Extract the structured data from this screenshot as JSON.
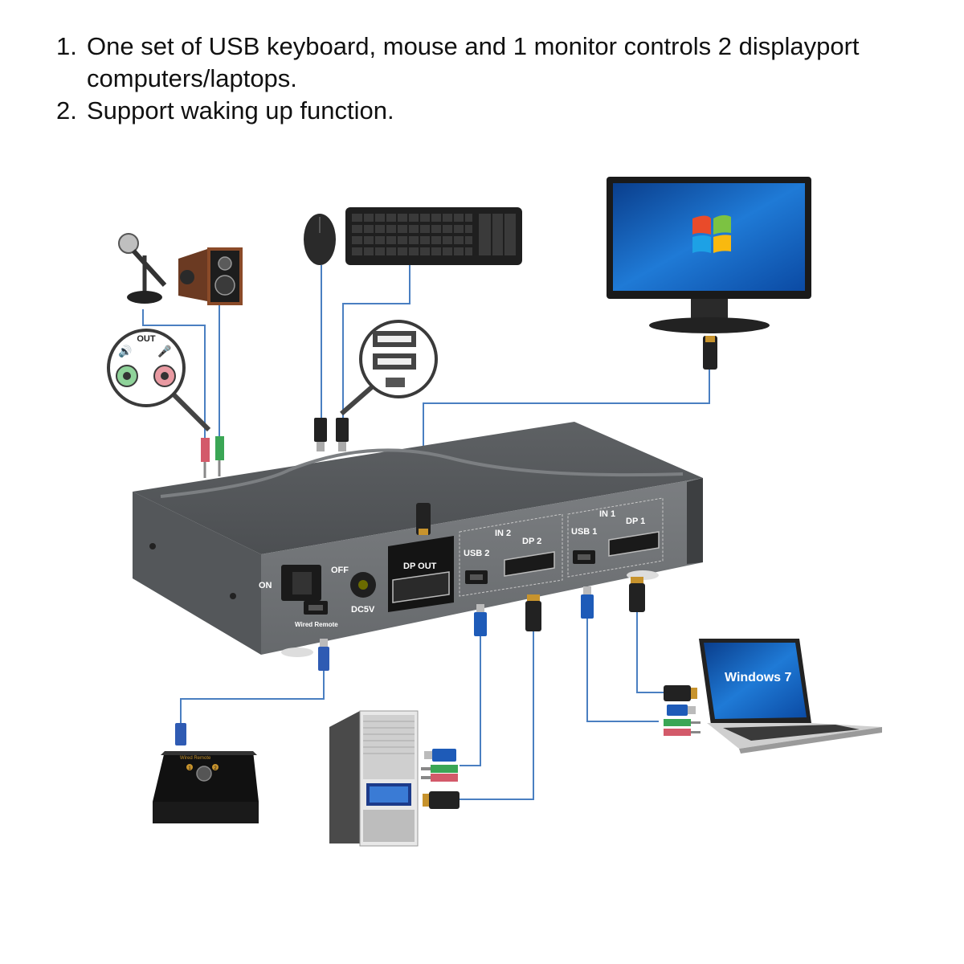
{
  "features": [
    {
      "number": "1.",
      "text": "One set of USB keyboard, mouse and 1 monitor controls 2 displayport computers/laptops."
    },
    {
      "number": "2.",
      "text": "Support waking up function."
    }
  ],
  "switch_labels": {
    "on": "ON",
    "off": "OFF",
    "dc": "DC5V",
    "wired_remote": "Wired Remote",
    "dp_out": "DP OUT",
    "in2": "IN 2",
    "in1": "IN 1",
    "usb2": "USB 2",
    "dp2": "DP 2",
    "usb1": "USB 1",
    "dp1": "DP 1"
  },
  "audio_port_label": "OUT",
  "remote_labels": {
    "title": "Wired Remote",
    "b1": "1",
    "b2": "2"
  },
  "laptop_screen_text": "Windows 7",
  "colors": {
    "usb_cable": "#1e5bb8",
    "dp_cable": "#1f5fb0",
    "mic_plug": "#d35a6a",
    "spk_plug": "#3aa655",
    "switch_body": "#6b6e71",
    "switch_front": "#75787b"
  },
  "icons": [
    "microphone-icon",
    "speaker-icon",
    "mouse-icon",
    "keyboard-icon",
    "monitor-icon",
    "laptop-icon",
    "desktop-tower-icon",
    "wired-remote-icon"
  ]
}
